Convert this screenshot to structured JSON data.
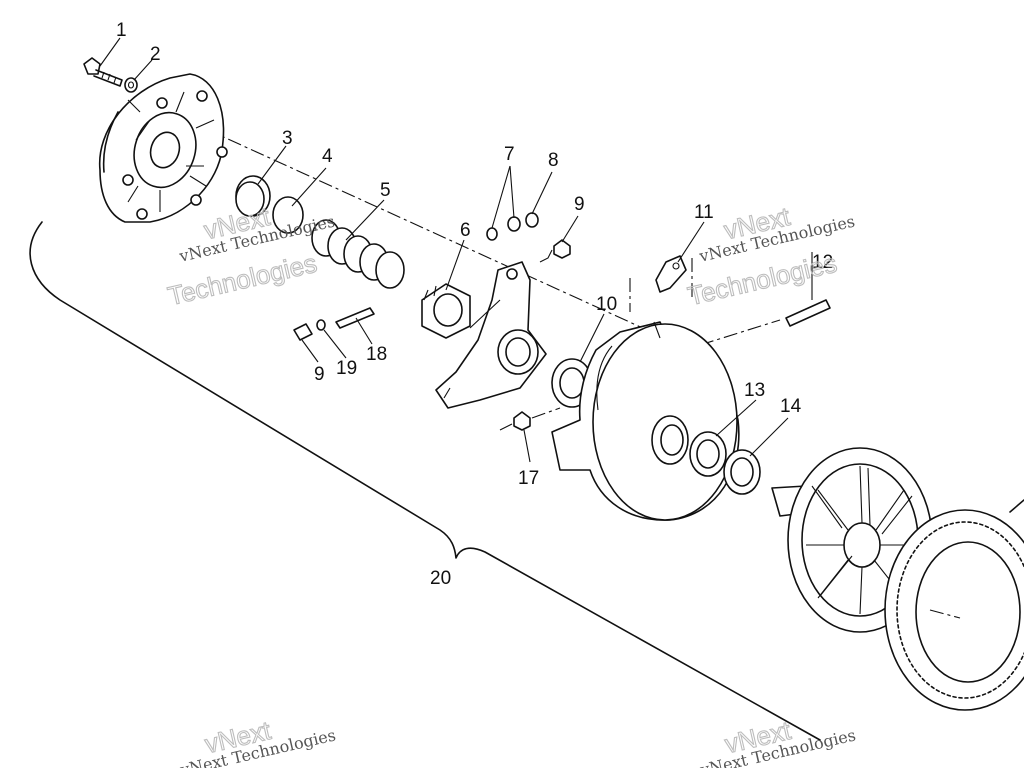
{
  "callouts": {
    "c1": "1",
    "c2": "2",
    "c3": "3",
    "c4": "4",
    "c5": "5",
    "c6": "6",
    "c7": "7",
    "c8": "8",
    "c9a": "9",
    "c9b": "9",
    "c10": "10",
    "c11": "11",
    "c12": "12",
    "c13": "13",
    "c14": "14",
    "c17": "17",
    "c18": "18",
    "c19": "19",
    "c20": "20"
  },
  "watermark": {
    "line1": "vNext Technologies",
    "line2": "vNext",
    "line3": "Technologies"
  }
}
